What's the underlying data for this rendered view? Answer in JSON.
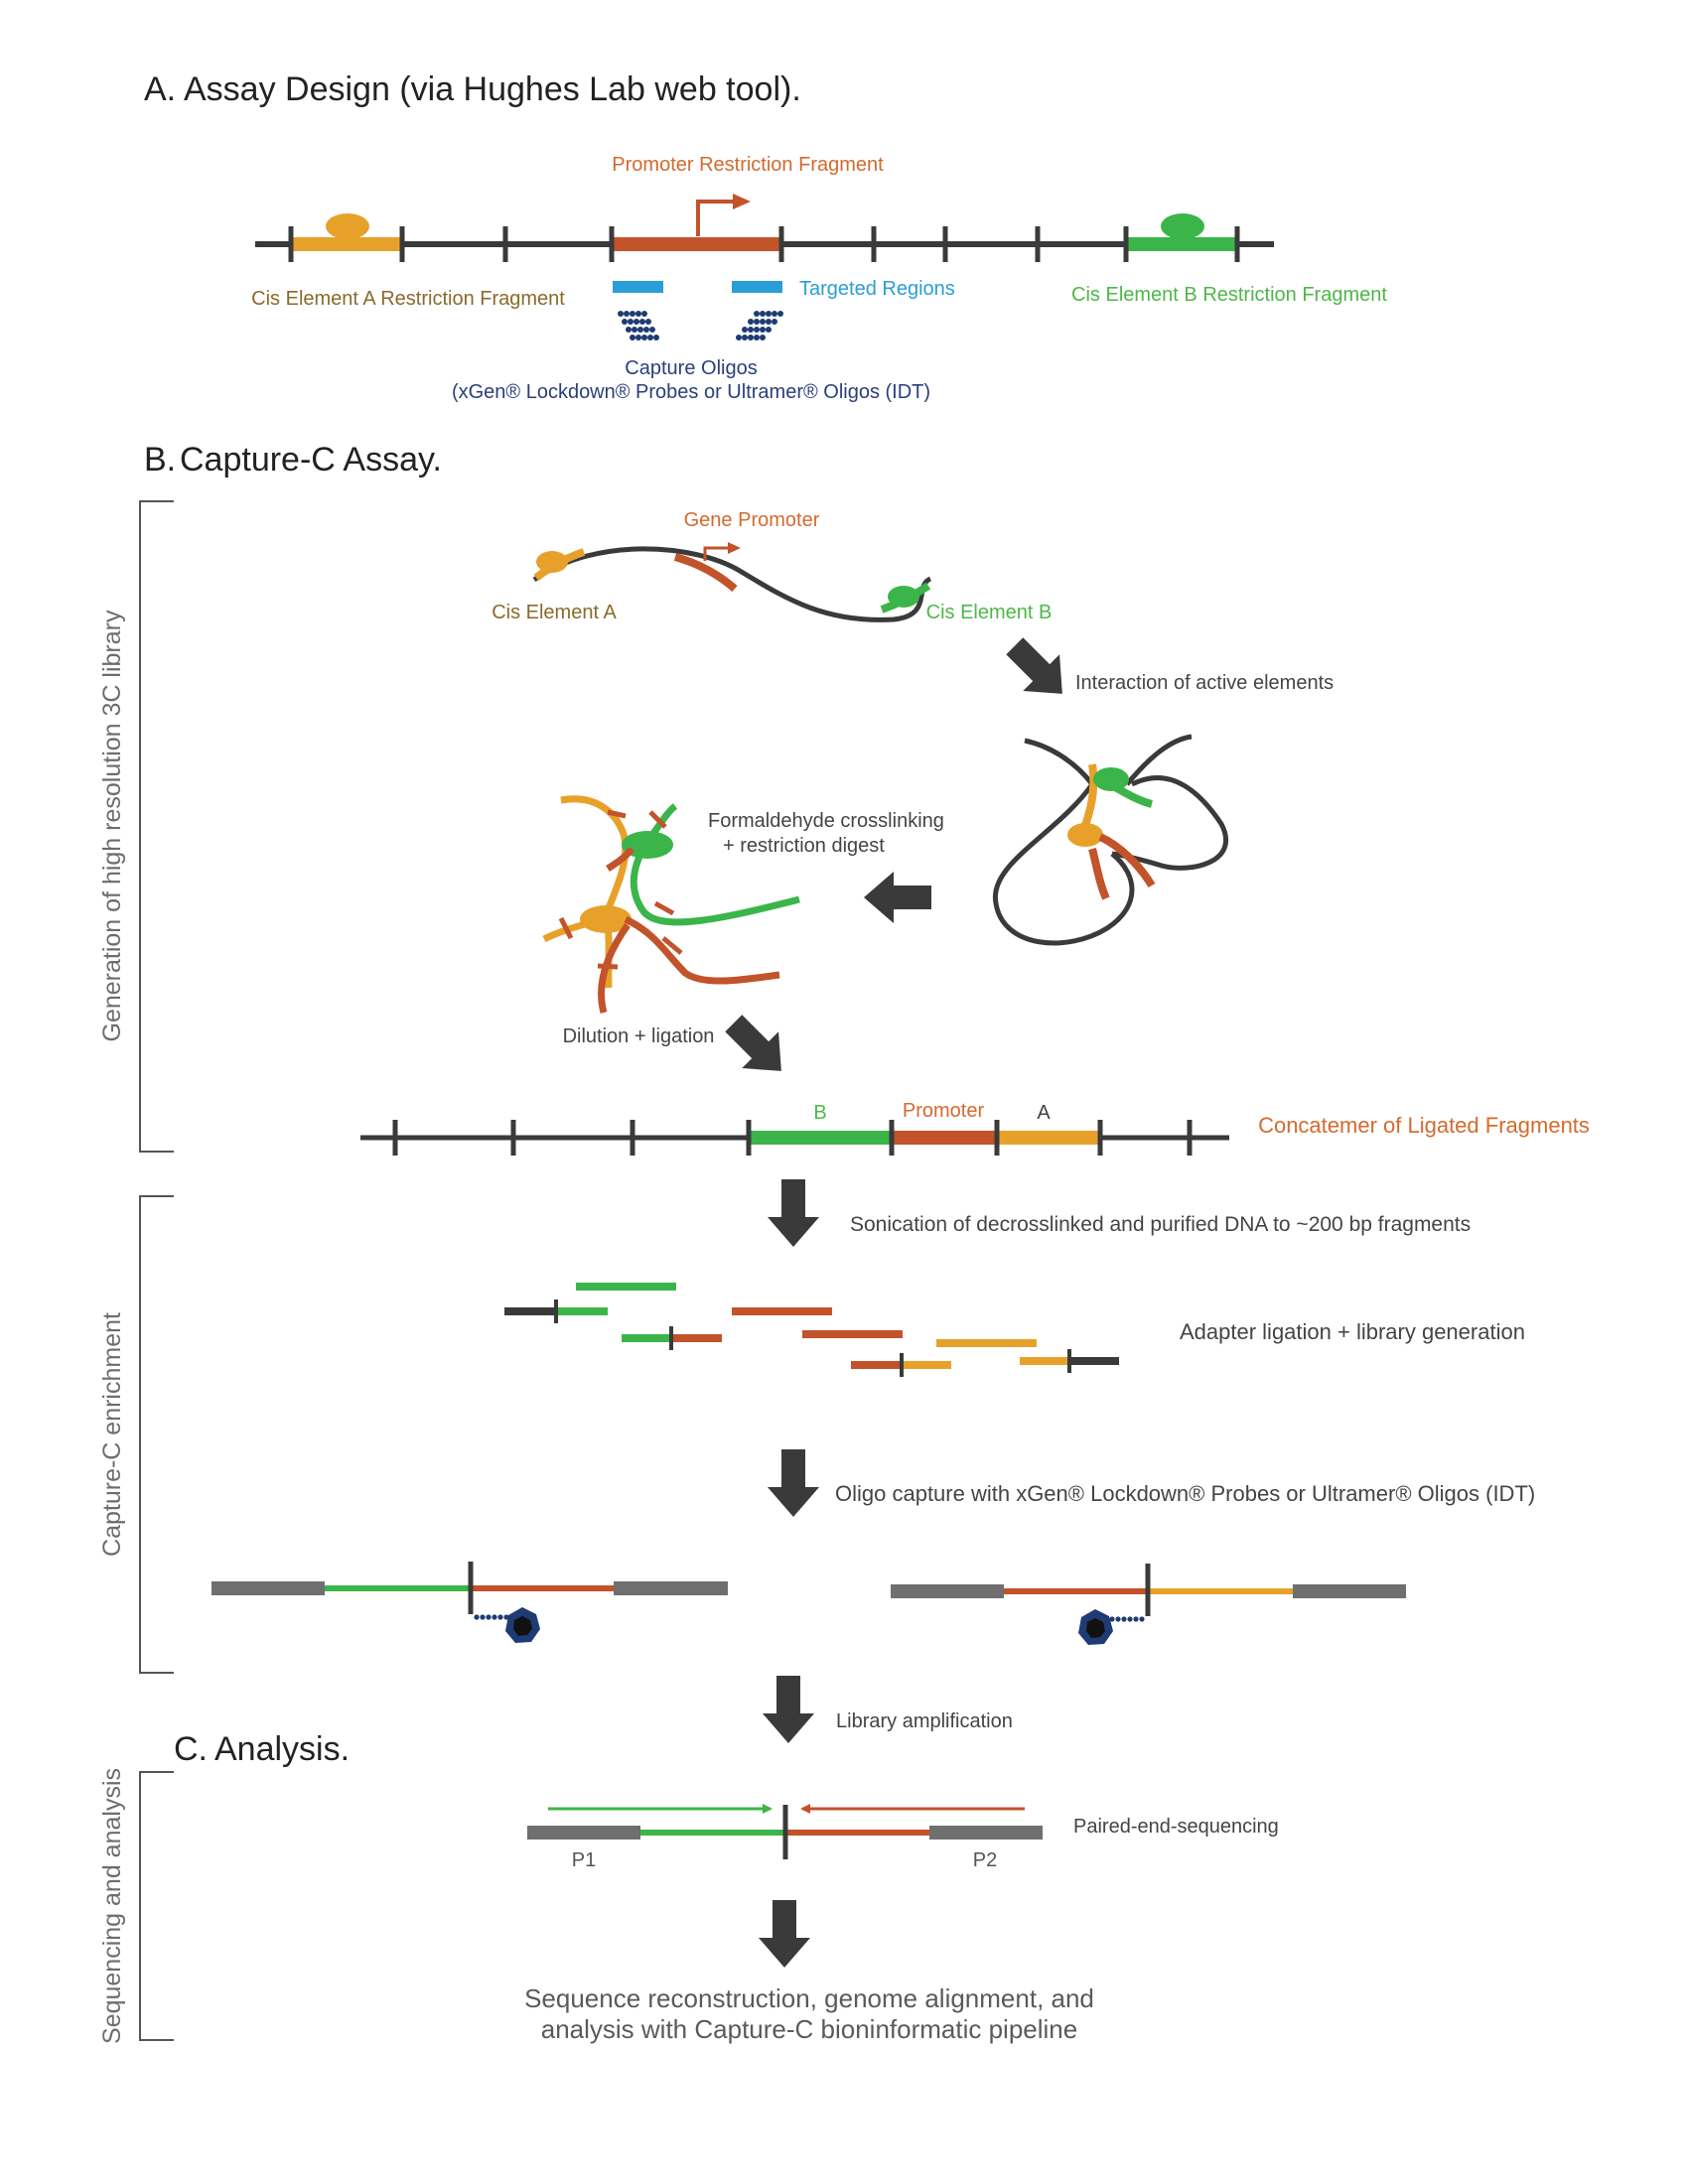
{
  "colors": {
    "orange": "#E7A12A",
    "rust": "#C2532A",
    "green": "#3BB54A",
    "dark": "#3A3A3A",
    "gray": "#6F6F6F",
    "blue": "#2A9ED8",
    "navy": "#1E3B73",
    "label_green": "#4DB848",
    "label_orange": "#D46A2E",
    "label_brown": "#8A6A2A",
    "label_navy": "#2A3F7A",
    "text_gray": "#5A5A5A"
  },
  "sections": {
    "a": {
      "letter": "A.",
      "title": "Assay Design (via Hughes Lab web tool)."
    },
    "b": {
      "letter": "B.",
      "title": "Capture-C Assay."
    },
    "c": {
      "letter": "C.",
      "title": "Analysis."
    }
  },
  "side_labels": {
    "library": "Generation of high resolution 3C library",
    "enrichment": "Capture-C enrichment",
    "sequencing": "Sequencing and analysis"
  },
  "assay_design": {
    "promoter_fragment": "Promoter Restriction Fragment",
    "cis_a_fragment": "Cis Element A Restriction Fragment",
    "cis_b_fragment": "Cis Element B Restriction Fragment",
    "targeted_regions": "Targeted Regions",
    "capture_oligos": "Capture Oligos",
    "capture_oligos_detail": "(xGen® Lockdown® Probes or Ultramer® Oligos (IDT)"
  },
  "capture_c": {
    "gene_promoter": "Gene Promoter",
    "cis_element_a": "Cis Element A",
    "cis_element_b": "Cis Element B",
    "interaction": "Interaction of active elements",
    "crosslinking_1": "Formaldehyde crosslinking",
    "crosslinking_2": "+ restriction digest",
    "dilution": "Dilution + ligation",
    "concat_b": "B",
    "concat_promoter": "Promoter",
    "concat_a": "A",
    "concatemer": "Concatemer of Ligated Fragments",
    "sonication": "Sonication of decrosslinked and purified DNA to ~200 bp fragments",
    "adapter": "Adapter ligation + library generation",
    "oligo_capture": "Oligo capture with xGen® Lockdown® Probes or Ultramer® Oligos (IDT)",
    "amplification": "Library amplification"
  },
  "analysis": {
    "paired_end": "Paired-end-sequencing",
    "p1": "P1",
    "p2": "P2",
    "final_1": "Sequence reconstruction, genome alignment, and",
    "final_2": "analysis with Capture-C bioninformatic pipeline"
  }
}
